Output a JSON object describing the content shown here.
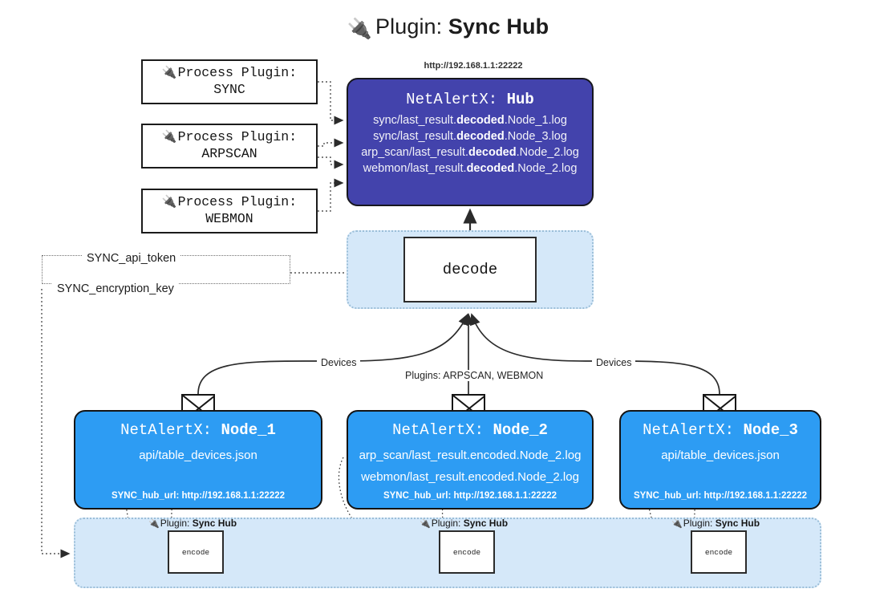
{
  "title": {
    "icon": "plug-icon",
    "prefix": "Plugin:",
    "name": "Sync Hub"
  },
  "process_plugins": [
    {
      "icon": "plug-icon",
      "label": "Process Plugin:",
      "name": "SYNC"
    },
    {
      "icon": "plug-icon",
      "label": "Process Plugin:",
      "name": "ARPSCAN"
    },
    {
      "icon": "plug-icon",
      "label": "Process Plugin:",
      "name": "WEBMON"
    }
  ],
  "hub": {
    "url": "http://192.168.1.1:22222",
    "title_prefix": "NetAlertX:",
    "title_name": "Hub",
    "logs": [
      {
        "pre": "sync/last_result.",
        "bold": "decoded",
        "post": ".Node_1.log"
      },
      {
        "pre": "sync/last_result.",
        "bold": "decoded",
        "post": ".Node_3.log"
      },
      {
        "pre": "arp_scan/last_result.",
        "bold": "decoded",
        "post": ".Node_2.log"
      },
      {
        "pre": "webmon/last_result.",
        "bold": "decoded",
        "post": ".Node_2.log"
      }
    ],
    "color": "#4343ac"
  },
  "decode": {
    "label": "decode",
    "container_color": "#d5e8f9"
  },
  "secrets": [
    {
      "label": "SYNC_api_token"
    },
    {
      "label": "SYNC_encryption_key"
    }
  ],
  "edge_labels": {
    "devices_left": "Devices",
    "devices_right": "Devices",
    "plugins": "Plugins: ARPSCAN, WEBMON"
  },
  "nodes": [
    {
      "title_prefix": "NetAlertX:",
      "title_name": "Node_1",
      "lines": [
        "api/table_devices.json"
      ],
      "footer_key": "SYNC_hub_url:",
      "footer_value": "http://192.168.1.1:22222",
      "envelope_icon": "envelope-icon"
    },
    {
      "title_prefix": "NetAlertX:",
      "title_name": "Node_2",
      "lines": [
        "arp_scan/last_result.encoded.Node_2.log",
        "webmon/last_result.encoded.Node_2.log"
      ],
      "footer_key": "SYNC_hub_url:",
      "footer_value": "http://192.168.1.1:22222",
      "envelope_icon": "envelope-icon"
    },
    {
      "title_prefix": "NetAlertX:",
      "title_name": "Node_3",
      "lines": [
        "api/table_devices.json"
      ],
      "footer_key": "SYNC_hub_url:",
      "footer_value": "http://192.168.1.1:22222",
      "envelope_icon": "envelope-icon"
    }
  ],
  "encoders": [
    {
      "caption_prefix": "Plugin:",
      "caption_name": "Sync Hub",
      "label": "encode",
      "icon": "plug-icon"
    },
    {
      "caption_prefix": "Plugin:",
      "caption_name": "Sync Hub",
      "label": "encode",
      "icon": "plug-icon"
    },
    {
      "caption_prefix": "Plugin:",
      "caption_name": "Sync Hub",
      "label": "encode",
      "icon": "plug-icon"
    }
  ],
  "colors": {
    "node_blue": "#2d9cf3",
    "hub_indigo": "#4343ac",
    "panel_light_blue": "#d5e8f9",
    "stroke": "#141414"
  }
}
